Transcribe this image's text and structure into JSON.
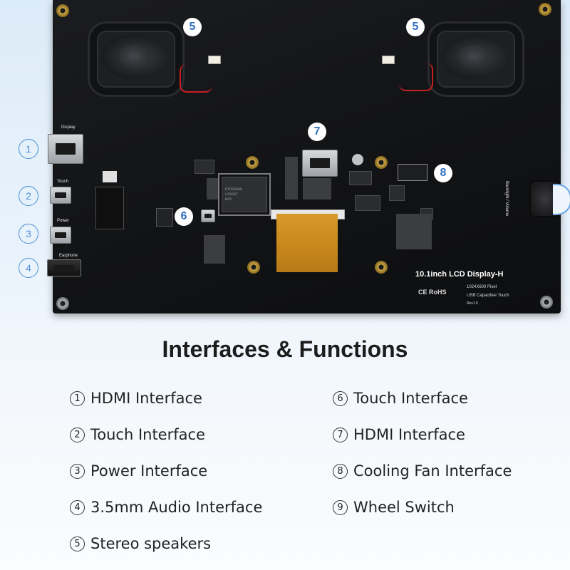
{
  "heading": "Interfaces & Functions",
  "features": [
    {
      "num": "1",
      "label": "HDMI Interface"
    },
    {
      "num": "2",
      "label": "Touch Interface"
    },
    {
      "num": "3",
      "label": "Power Interface"
    },
    {
      "num": "4",
      "label": "3.5mm Audio Interface"
    },
    {
      "num": "5",
      "label": "Stereo speakers"
    },
    {
      "num": "6",
      "label": "Touch Interface"
    },
    {
      "num": "7",
      "label": "HDMI Interface"
    },
    {
      "num": "8",
      "label": "Cooling Fan Interface"
    },
    {
      "num": "9",
      "label": "Wheel Switch"
    }
  ],
  "board": {
    "title": "10.1inch LCD Display-H",
    "resolution": "1024X600 Pixel",
    "touch": "USB Capacitive Touch",
    "rev": "Rev1.0",
    "certs": "CE RoHS",
    "silk_display": "Display",
    "silk_touch": "Touch",
    "silk_power": "Power",
    "silk_earphone": "Earphone",
    "silk_backlight": "Backlight / Volume",
    "chip_text": "RTD2660H\nL9X06T\nBX5"
  },
  "badges": {
    "speaker_left": "5",
    "speaker_right": "5",
    "hdmi": "7",
    "fan": "8",
    "touch": "6",
    "side_1": "1",
    "side_2": "2",
    "side_3": "3",
    "side_4": "4"
  },
  "colors": {
    "accent": "#2f6fc0",
    "side_circle": "#4e90d6",
    "board": "#141517",
    "ffc": "#d89a2c"
  }
}
